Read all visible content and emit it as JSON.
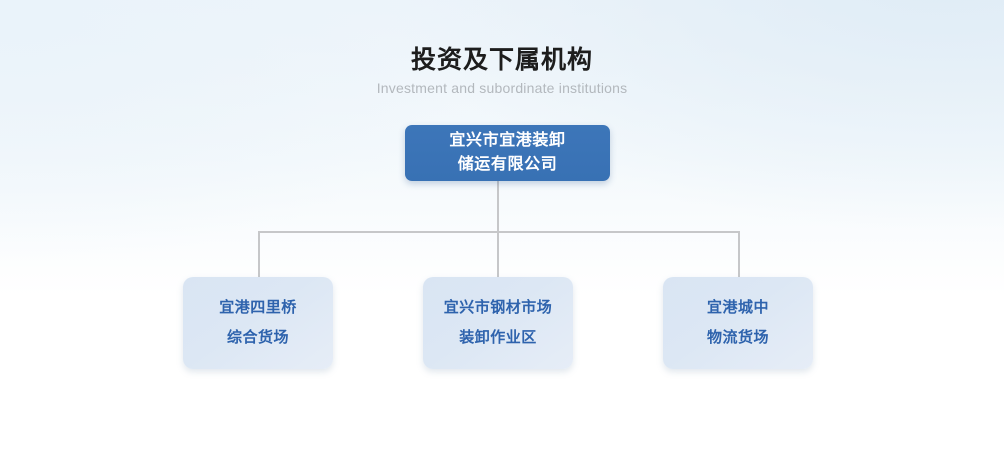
{
  "heading": {
    "title": "投资及下属机构",
    "subtitle": "Investment and subordinate institutions"
  },
  "colors": {
    "root_fill": "#3871b4",
    "root_text": "#ffffff",
    "child_fill": "#dce7f4",
    "child_text": "#2e63ad",
    "connector": "#c6c7c9",
    "title_text": "#1d1d1d",
    "subtitle_text": "#b3b8bd",
    "background_top": "#edf4fa",
    "background_bottom": "#ffffff"
  },
  "org_chart": {
    "root": {
      "lines": [
        "宜兴市宜港装卸",
        "储运有限公司"
      ],
      "full_name": "宜兴市宜港装卸储运有限公司"
    },
    "children": [
      {
        "lines": [
          "宜港四里桥",
          "综合货场"
        ],
        "full_name": "宜港四里桥综合货场"
      },
      {
        "lines": [
          "宜兴市钢材市场",
          "装卸作业区"
        ],
        "full_name": "宜兴市钢材市场装卸作业区"
      },
      {
        "lines": [
          "宜港城中",
          "物流货场"
        ],
        "full_name": "宜港城中物流货场"
      }
    ]
  }
}
